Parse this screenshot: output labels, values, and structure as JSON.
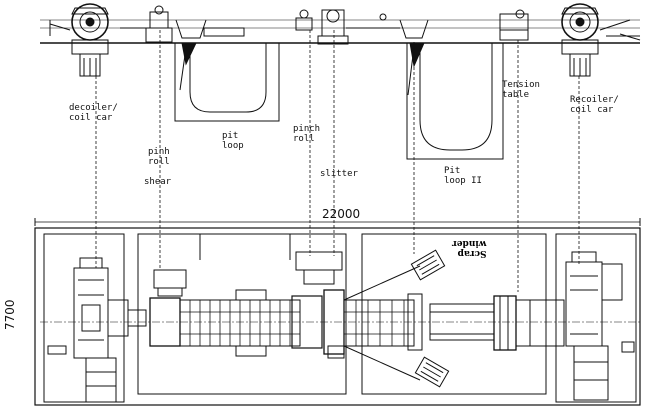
{
  "labels": {
    "decoiler": "decoiler/\ncoil car",
    "pinch_roll_1": "pinh\nroll",
    "shear": "shear",
    "pit_loop_1": "pit\nloop",
    "pinch_roll_2": "pinch\nroll",
    "slitter": "slitter",
    "pit_loop_2": "Pit\nloop II",
    "tension_table": "Tension\ntable",
    "recoiler": "Recoiler/\ncoil car",
    "scrap_winder": "Scrap\nwinder"
  },
  "dimensions": {
    "overall_length": "22000",
    "overall_width": "7700"
  }
}
